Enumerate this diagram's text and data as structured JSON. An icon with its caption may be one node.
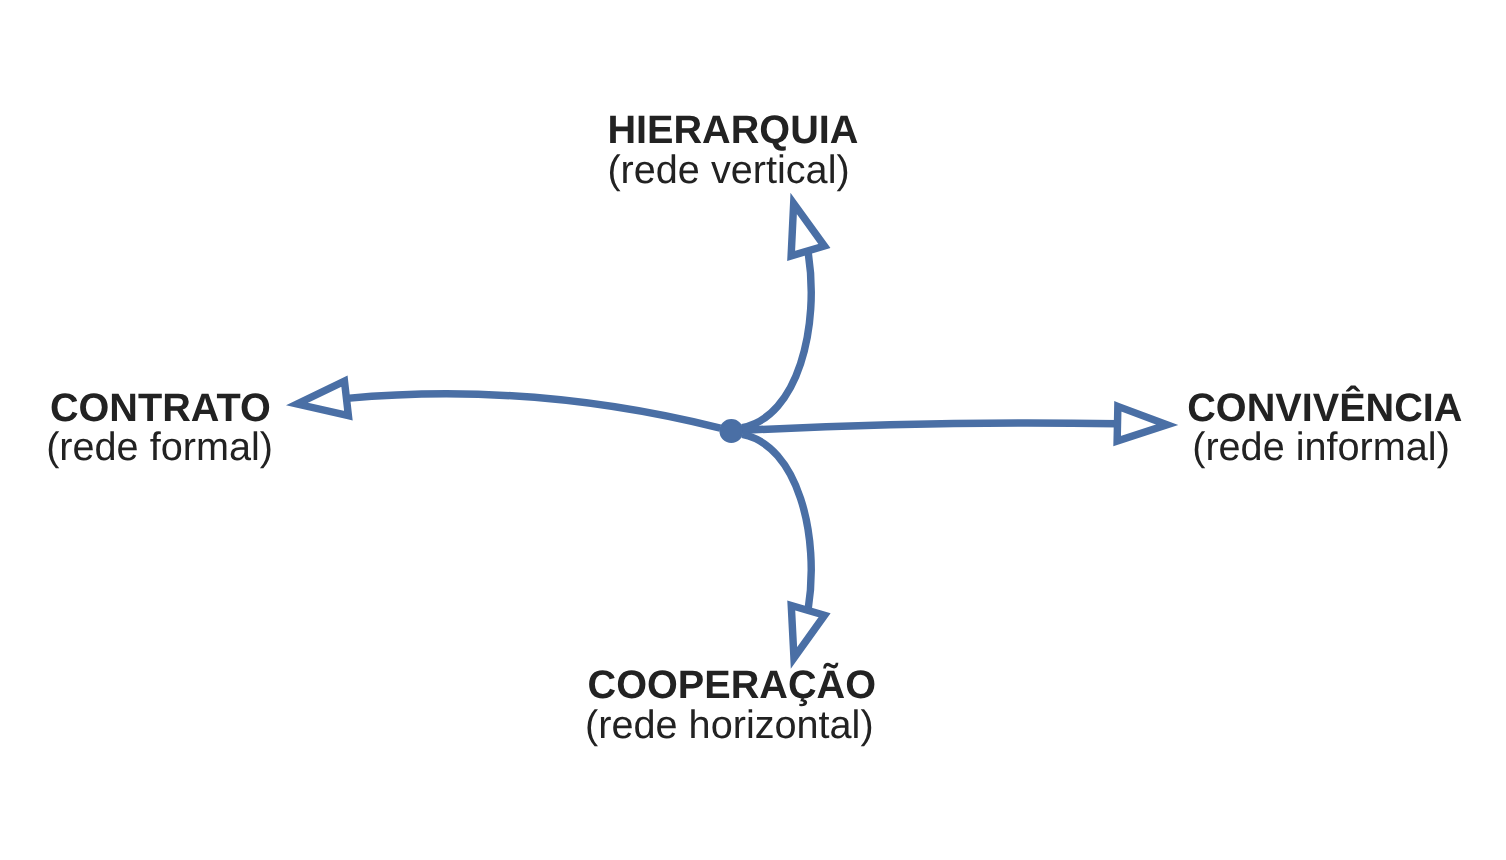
{
  "diagram": {
    "nodes": [
      {
        "text": [
          "HIERARQUIA",
          "(rede vertical)"
        ]
      },
      {
        "text": [
          "CONTRATO",
          "(rede formal)"
        ]
      },
      {
        "text": [
          "CONVIVÊNCIA",
          "(rede informal)"
        ]
      },
      {
        "text": [
          "COOPERAÇÃO",
          "(rede horizontal)"
        ]
      },
      {
        "text": [],
        "shape": "point"
      }
    ],
    "edges": [
      {
        "from": 4,
        "to": 0,
        "arrow": "to"
      },
      {
        "from": 4,
        "to": 1,
        "arrow": "to"
      },
      {
        "from": 4,
        "to": 2,
        "arrow": "to"
      },
      {
        "from": 4,
        "to": 3,
        "arrow": "to"
      }
    ]
  }
}
